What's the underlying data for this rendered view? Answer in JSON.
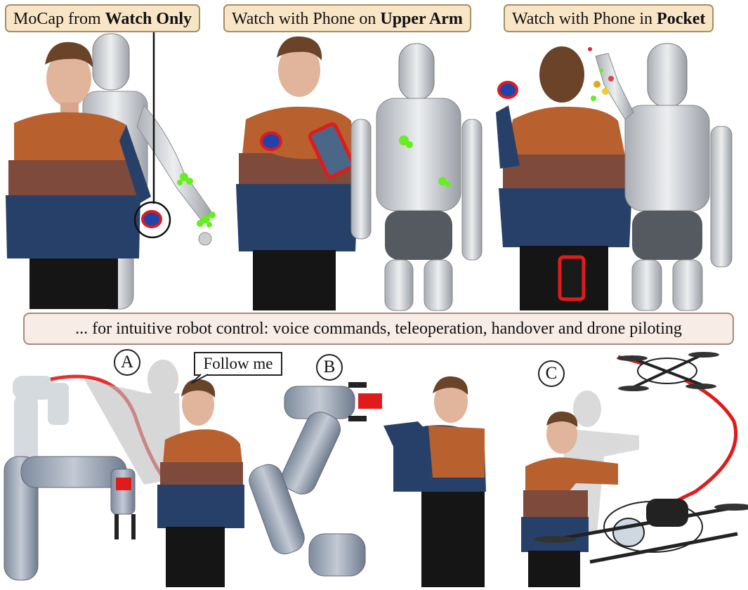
{
  "panels": {
    "watch_only": {
      "prefix": "MoCap from ",
      "bold": "Watch Only"
    },
    "upper_arm": {
      "prefix": "Watch with Phone on ",
      "bold": "Upper Arm"
    },
    "pocket": {
      "prefix": "Watch with Phone in ",
      "bold": "Pocket"
    }
  },
  "caption": "... for intuitive robot control: voice commands, teleoperation, handover and drone piloting",
  "scenes": {
    "a": {
      "letter": "A",
      "speech": "Follow me"
    },
    "b": {
      "letter": "B"
    },
    "c": {
      "letter": "C"
    }
  },
  "colors": {
    "label_fill": "#f8e5c6",
    "caption_fill": "#f8ece7",
    "highlight": "#e01b1b",
    "point_cloud": "#66ee22",
    "sweater_top": "#b8602e",
    "sweater_mid": "#7e4a3c",
    "sweater_bottom": "#27406a"
  },
  "icons": [
    "watch-icon",
    "phone-icon",
    "robot-arm-icon",
    "drone-icon",
    "humanoid-robot-icon"
  ]
}
